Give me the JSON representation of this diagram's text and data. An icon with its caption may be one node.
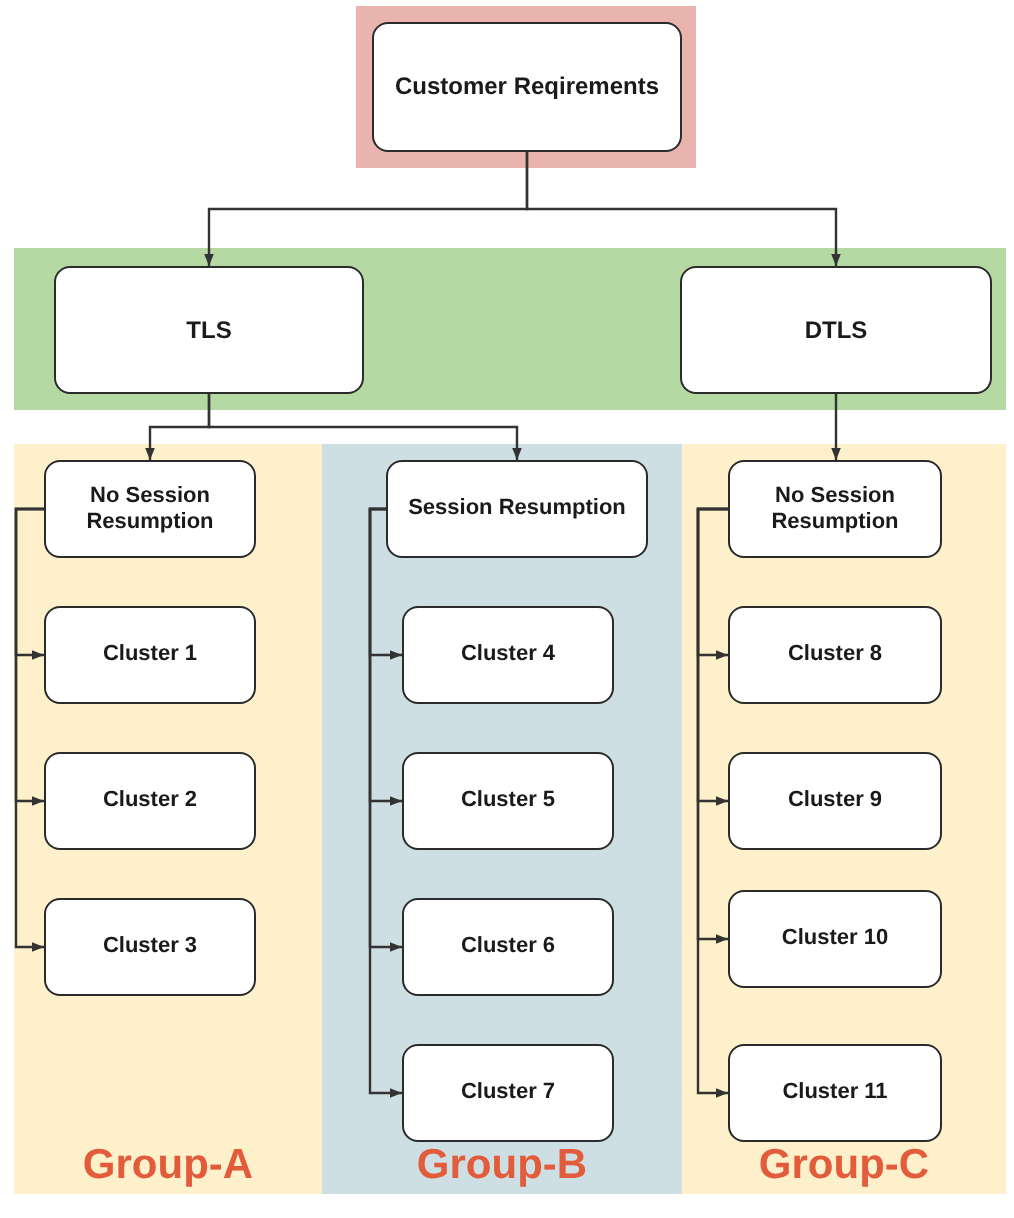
{
  "diagram": {
    "nodes": [
      {
        "text": [],
        "shape": "band"
      },
      {
        "text": [
          "Customer Reqirements"
        ],
        "in": 0
      },
      {
        "text": [],
        "shape": "band"
      },
      {
        "text": [
          "TLS"
        ],
        "in": 2
      },
      {
        "text": [
          "DTLS"
        ],
        "in": 2
      },
      {
        "text": [
          "Group-A"
        ]
      },
      {
        "text": [
          "No Session Resumption"
        ],
        "in": 5
      },
      {
        "text": [
          "Cluster 1"
        ],
        "in": 5
      },
      {
        "text": [
          "Cluster 2"
        ],
        "in": 5
      },
      {
        "text": [
          "Cluster 3"
        ],
        "in": 5
      },
      {
        "text": [
          "Group-B"
        ]
      },
      {
        "text": [
          "Session Resumption"
        ],
        "in": 10
      },
      {
        "text": [
          "Cluster 4"
        ],
        "in": 10
      },
      {
        "text": [
          "Cluster 5"
        ],
        "in": 10
      },
      {
        "text": [
          "Cluster 6"
        ],
        "in": 10
      },
      {
        "text": [
          "Cluster 7"
        ],
        "in": 10
      },
      {
        "text": [
          "Group-C"
        ]
      },
      {
        "text": [
          "No Session Resumption"
        ],
        "in": 16
      },
      {
        "text": [
          "Cluster 8"
        ],
        "in": 16
      },
      {
        "text": [
          "Cluster 9"
        ],
        "in": 16
      },
      {
        "text": [
          "Cluster 10"
        ],
        "in": 16
      },
      {
        "text": [
          "Cluster 11"
        ],
        "in": 16
      }
    ],
    "edges": [
      {
        "from": 1,
        "to": 3,
        "arrow": "to"
      },
      {
        "from": 1,
        "to": 4,
        "arrow": "to"
      },
      {
        "from": 3,
        "to": 6,
        "arrow": "to"
      },
      {
        "from": 3,
        "to": 11,
        "arrow": "to"
      },
      {
        "from": 4,
        "to": 17,
        "arrow": "to"
      },
      {
        "from": 6,
        "to": 7,
        "arrow": "to"
      },
      {
        "from": 6,
        "to": 8,
        "arrow": "to"
      },
      {
        "from": 6,
        "to": 9,
        "arrow": "to"
      },
      {
        "from": 11,
        "to": 12,
        "arrow": "to"
      },
      {
        "from": 11,
        "to": 13,
        "arrow": "to"
      },
      {
        "from": 11,
        "to": 14,
        "arrow": "to"
      },
      {
        "from": 11,
        "to": 15,
        "arrow": "to"
      },
      {
        "from": 17,
        "to": 18,
        "arrow": "to"
      },
      {
        "from": 17,
        "to": 19,
        "arrow": "to"
      },
      {
        "from": 17,
        "to": 20,
        "arrow": "to"
      },
      {
        "from": 17,
        "to": 21,
        "arrow": "to"
      }
    ]
  }
}
